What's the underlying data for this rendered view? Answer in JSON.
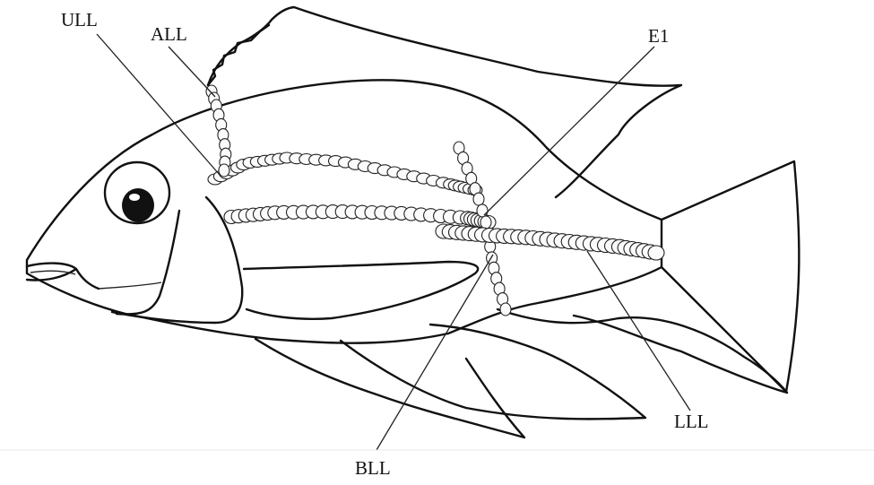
{
  "figure": {
    "labels": {
      "ull": "ULL",
      "all": "ALL",
      "e1": "E1",
      "bll": "BLL",
      "lll": "LLL"
    }
  },
  "colors": {
    "ink": "#111111",
    "background": "#ffffff"
  }
}
